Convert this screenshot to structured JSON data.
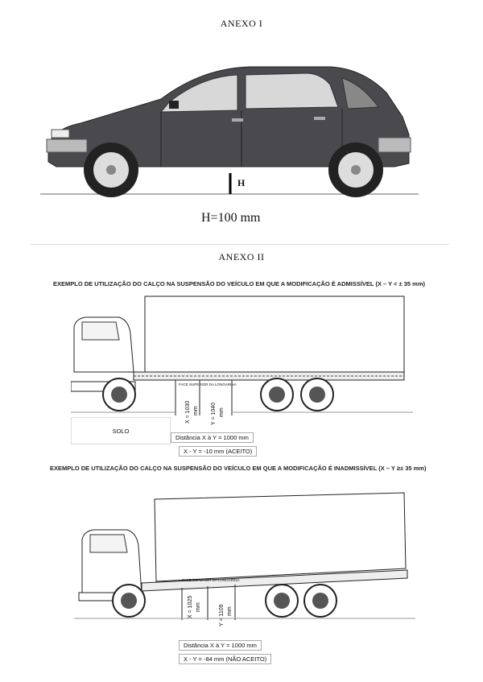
{
  "annex1": {
    "title": "ANEXO I",
    "h_label": "H",
    "formula": "H=100 mm"
  },
  "annex2": {
    "title": "ANEXO II",
    "example1": {
      "caption": "EXEMPLO DE UTILIZAÇÃO DO CALÇO NA SUSPENSÃO DO VEÍCULO EM QUE A MODIFICAÇÃO É ADMISSÍVEL (X – Y < ± 35 mm)",
      "face_label": "FACE SUPERIOR DA LONGARINA",
      "x_value": "X = 1030",
      "y_value": "Y = 1040",
      "unit": "mm",
      "ground_label": "SOLO",
      "distance": "Distância X à Y = 1000 mm",
      "result": "X - Y = -10 mm (ACEITO)"
    },
    "example2": {
      "caption": "EXEMPLO DE UTILIZAÇÃO DO CALÇO NA SUSPENSÃO DO VEÍCULO EM QUE A MODIFICAÇÃO É INADMISSÍVEL (X – Y ≥± 35 mm)",
      "face_label": "FACE SUPERIOR DA LONGARINA",
      "x_value": "X = 1025",
      "y_value": "Y = 1109",
      "unit": "mm",
      "distance": "Distância X à Y = 1000 mm",
      "result": "X - Y = -84 mm (NÃO ACEITO)"
    }
  }
}
